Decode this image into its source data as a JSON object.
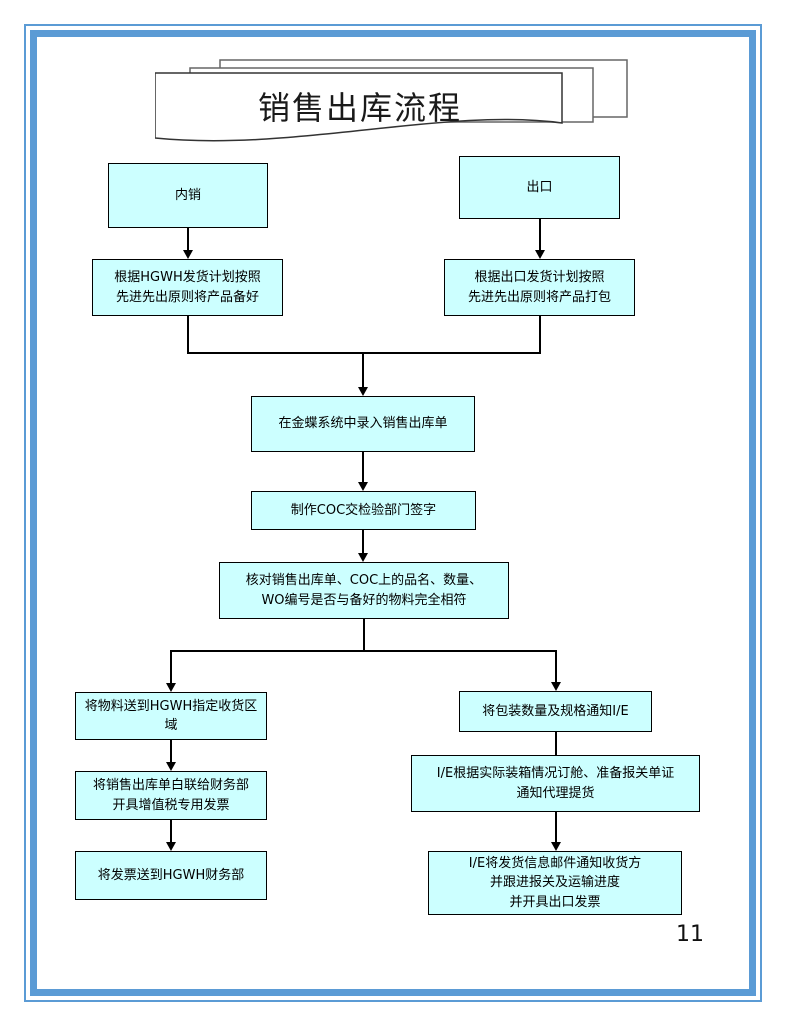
{
  "title": {
    "text": "销售出库流程"
  },
  "page_number": "11",
  "colors": {
    "frame": "#5B9BD5",
    "node_fill": "#CCFFFF",
    "node_border": "#000000",
    "connector": "#000000"
  },
  "flowchart": {
    "nodes": {
      "domestic": {
        "label": "内销"
      },
      "export": {
        "label": "出口"
      },
      "domestic_prepare": {
        "label": "根据HGWH发货计划按照\n先进先出原则将产品备好"
      },
      "export_pack": {
        "label": "根据出口发货计划按照\n先进先出原则将产品打包"
      },
      "kingdee_entry": {
        "label": "在金蝶系统中录入销售出库单"
      },
      "coc_sign": {
        "label": "制作COC交检验部门签字"
      },
      "verify": {
        "label": "核对销售出库单、COC上的品名、数量、\nWO编号是否与备好的物料完全相符"
      },
      "deliver_area": {
        "label": "将物料送到HGWH指定收货区域"
      },
      "vat_invoice": {
        "label": "将销售出库单白联给财务部\n开具增值税专用发票"
      },
      "send_invoice": {
        "label": "将发票送到HGWH财务部"
      },
      "notify_ie": {
        "label": "将包装数量及规格通知I/E"
      },
      "booking_customs": {
        "label": "I/E根据实际装箱情况订舱、准备报关单证\n通知代理提货"
      },
      "shipping_notice": {
        "label": "I/E将发货信息邮件通知收货方\n并跟进报关及运输进度\n并开具出口发票"
      }
    }
  }
}
